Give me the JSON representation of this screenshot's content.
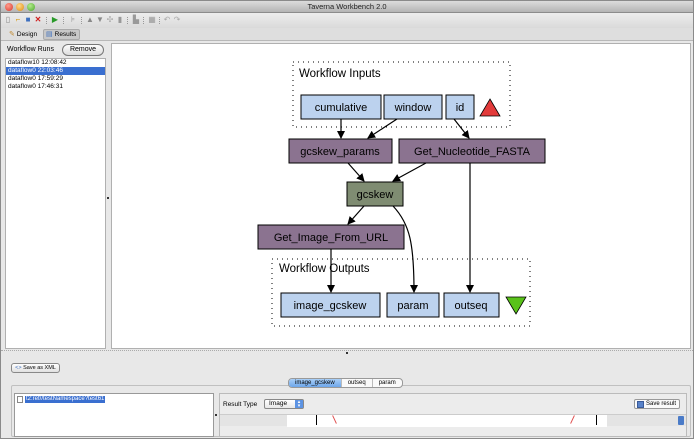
{
  "window": {
    "title": "Taverna Workbench 2.0"
  },
  "toolbar": {
    "icons": [
      "new-workflow-icon",
      "open-workflow-icon",
      "save-workflow-icon",
      "close-workflow-icon",
      "run-workflow-icon",
      "workflow-explorer-icon",
      "move-up-icon",
      "move-down-icon",
      "insert-icon",
      "document-icon",
      "file-icon",
      "grid-icon",
      "undo-icon",
      "redo-icon"
    ]
  },
  "perspectives": {
    "design_label": "Design",
    "results_label": "Results",
    "active": "Results"
  },
  "runs": {
    "header": "Workflow Runs",
    "remove_label": "Remove",
    "items": [
      {
        "label": "dataflow10 12:08:42",
        "selected": false
      },
      {
        "label": "dataflow0 22:03:46",
        "selected": true
      },
      {
        "label": "dataflow0 17:59:29",
        "selected": false
      },
      {
        "label": "dataflow0 17:46:31",
        "selected": false
      }
    ]
  },
  "diagram": {
    "inputs_label": "Workflow Inputs",
    "outputs_label": "Workflow Outputs",
    "inputs": [
      "cumulative",
      "window",
      "id"
    ],
    "processors": [
      "gcskew_params",
      "Get_Nucleotide_FASTA",
      "gcskew",
      "Get_Image_From_URL"
    ],
    "outputs": [
      "image_gcskew",
      "param",
      "outseq"
    ],
    "colors": {
      "port_fill": "#bcd2ee",
      "processor_fill": "#8b7390",
      "gcskew_fill": "#7f8c72",
      "input_triangle": "#e33b3b",
      "output_triangle": "#59c21a"
    }
  },
  "results": {
    "save_xml_label": "Save as XML",
    "tabs": [
      {
        "label": "image_gcskew",
        "active": true
      },
      {
        "label": "outseq",
        "active": false
      },
      {
        "label": "param",
        "active": false
      }
    ],
    "tree_item": "t2:ref//testNamespace?test61",
    "result_type_label": "Result Type",
    "result_type_value": "Image",
    "save_result_label": "Save result"
  }
}
